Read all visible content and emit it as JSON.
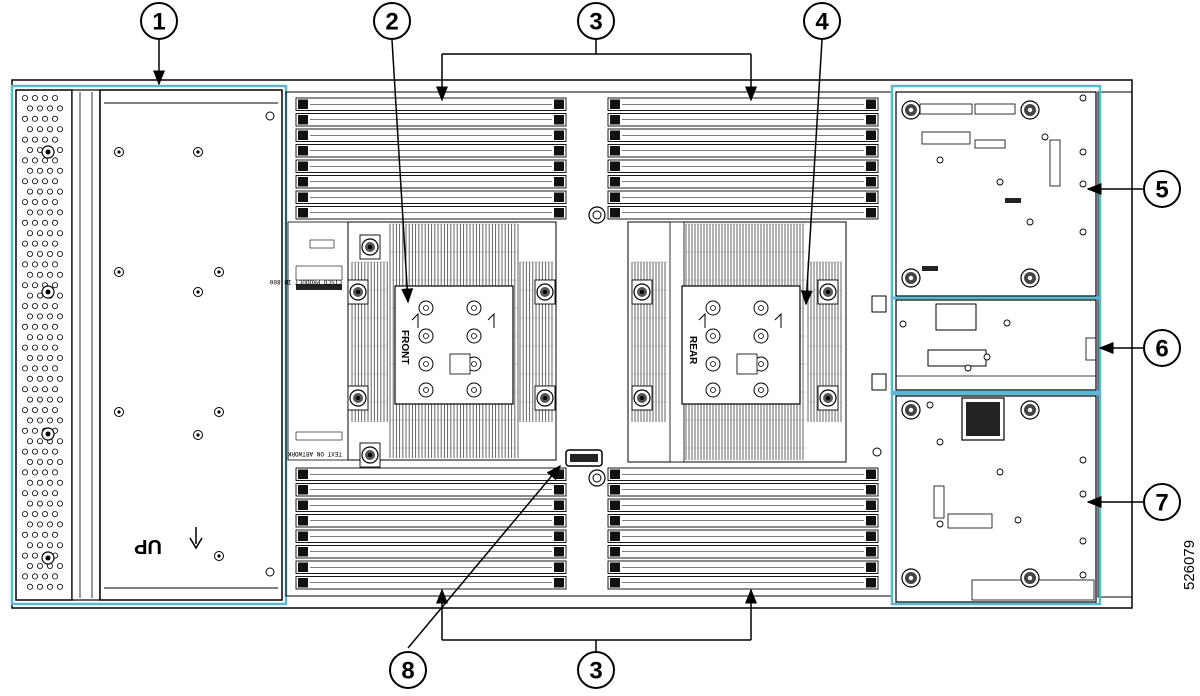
{
  "callouts": [
    {
      "id": "c1",
      "label": "1"
    },
    {
      "id": "c2",
      "label": "2"
    },
    {
      "id": "c3a",
      "label": "3"
    },
    {
      "id": "c4",
      "label": "4"
    },
    {
      "id": "c5",
      "label": "5"
    },
    {
      "id": "c6",
      "label": "6"
    },
    {
      "id": "c7",
      "label": "7"
    },
    {
      "id": "c8",
      "label": "8"
    },
    {
      "id": "c3b",
      "label": "3"
    }
  ],
  "figure_id": "526079",
  "silkscreen": {
    "cpu_front": "FRONT",
    "cpu_rear": "REAR",
    "sled_up": "UP",
    "artwork_note": "TEXT ON ARTWORK",
    "pcb_id": "CISCO PRODUCT ID 800"
  },
  "colors": {
    "highlight": "#5bb8d4",
    "line": "#000000",
    "heatsink": "#555555"
  }
}
